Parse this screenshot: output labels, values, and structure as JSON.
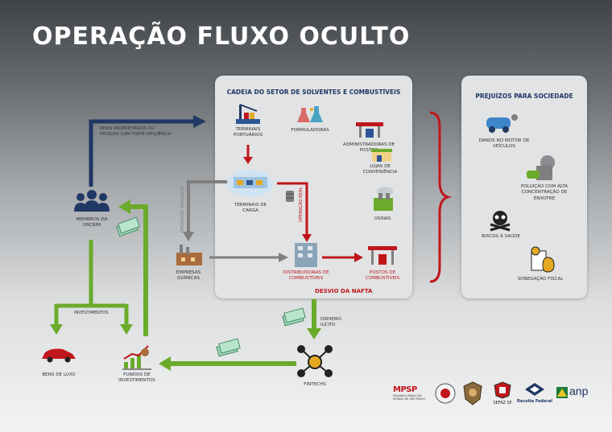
{
  "title": "OPERAÇÃO FLUXO OCULTO",
  "chain_panel": {
    "title": "CADEIA DO SETOR DE SOLVENTES E COMBUSTÍVEIS",
    "nodes": {
      "terminais_portuarios": "TERMINAIS PORTUÁRIOS",
      "formuladoras": "FORMULADORAS",
      "administradoras": "ADMINISTRADORAS DE POSTOS",
      "lojas": "LOJAS DE CONVENIÊNCIA",
      "terminais_carga": "TERMINAIS DE CARGA",
      "usinas": "USINAS",
      "empresas_quimicas": "EMPRESAS QUÍMICAS",
      "distribuidoras": "DISTRIBUIDORAS DE COMBUSTÍVEIS",
      "postos": "POSTOS DE COMBUSTÍVEIS"
    },
    "operacao_simulada": "OPERAÇÃO SIMULADA",
    "operacao_real": "OPERAÇÃO REAL",
    "desvio": "DESVIO DA NAFTA"
  },
  "losses_panel": {
    "title": "PREJUÍZOS PARA SOCIEDADE",
    "items": [
      "DANOS NO MOTOR DE VEÍCULOS",
      "POLUIÇÃO COM ALTA CONCENTRAÇÃO DE ENXOFRE",
      "RISCOS À SAÚDE",
      "SONEGAÇÃO FISCAL"
    ]
  },
  "outside": {
    "reais_proprietarios": "REAIS PROPRIETÁRIOS OU PESSOAS COM FORTE INFLUÊNCIA",
    "membros": "MEMBROS DA ORCRIM",
    "investimentos": "INVESTIMENTOS",
    "bens": "BENS DE LUXO",
    "fundos": "FUNDOS DE INVESTIMENTOS",
    "dinheiro": "DINHEIRO ILÍCITO",
    "fintechs": "FINTECHS"
  },
  "logos": {
    "mpsp": "MPSP",
    "mpsp_sub": "Ministério Público DO ESTADO DE SÃO PAULO",
    "sefaz": "SEFAZ SP",
    "receita": "Receita Federal",
    "anp": "anp"
  },
  "colors": {
    "navy": "#1f3864",
    "red": "#c0161b",
    "green": "#6aab2b",
    "gray": "#7f7f7f"
  }
}
